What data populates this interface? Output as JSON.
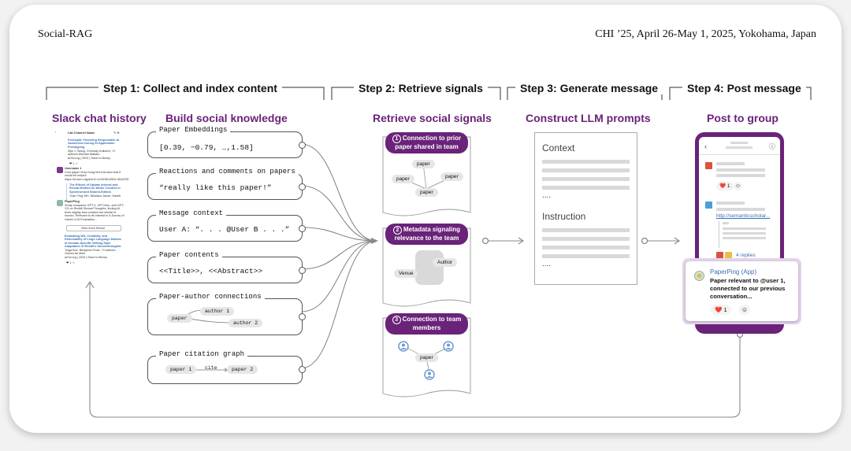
{
  "header": {
    "left": "Social-RAG",
    "right": "CHI ’25, April 26-May 1, 2025, Yokohama, Japan"
  },
  "steps": [
    "Step 1: Collect and index content",
    "Step 2: Retrieve signals",
    "Step 3: Generate message",
    "Step 4: Post message"
  ],
  "subheads": [
    "Slack chat history",
    "Build social knowledge",
    "Retrieve social signals",
    "Construct LLM prompts",
    "Post to group"
  ],
  "slack": {
    "channel": "Lab Channel Name",
    "items": [
      {
        "title": "Foresight: Fostering Responsible AI Awareness During AI Application Prototyping",
        "meta": "Zijie J. Wang, Chinmay Kulkarni, +2 authors Michael Madaio",
        "sub": "arXiv.org | 2024 | Save to library"
      },
      {
        "user": "Username 1",
        "msg": "Cool paper! How Kong feel this idea that it would be helpful https://dl.acm.org/doi/10.1145/3613904.3642235"
      },
      {
        "title": "The Effects of Update Interval and Reveal Method on Writer Comfort in Synchronized Shared-Editors",
        "meta": "Yuan Ying Yeh, Nikolaus Jacob, Daniel"
      },
      {
        "user": "PaperPing",
        "msg": "Study compares GPT-2, GPT-Neo, and GPT-3.5 on Reddit ShowerThoughts, finding AI texts slightly less creative but similar to human. Relevant to its interest in A Survey of Useful LLM Evaluation..."
      },
      {
        "button": "View more thread"
      },
      {
        "title": "Evaluating Wit, Creativity, and Detectability of Large Language Models in Domain-Specific Writing Style Adaptation of Reddit's Showerthoughts",
        "meta": "Tolga Buz, Benjamin Frost, +3 authors Gerard de Melo",
        "sub": "arXiv.org | 2024 | Save to library"
      }
    ]
  },
  "knowledge": [
    {
      "title": "Paper Embeddings",
      "value": "[0.39, −0.79, …,1.58]"
    },
    {
      "title": "Reactions and comments on papers",
      "value": "“really like this paper!”"
    },
    {
      "title": "Message context",
      "value": "User A: “. . . @User B . . .”"
    },
    {
      "title": "Paper contents",
      "value": "<<Title>>, <<Abstract>>"
    },
    {
      "title": "Paper-author connections",
      "nodes": [
        "paper",
        "author 1",
        "author 2"
      ]
    },
    {
      "title": "Paper citation graph",
      "nodes": [
        "paper 1",
        "cite",
        "paper 2"
      ]
    }
  ],
  "signals": [
    {
      "num": "1",
      "label": "Connection to prior paper shared in team",
      "nodes": [
        "paper",
        "paper",
        "paper",
        "paper"
      ]
    },
    {
      "num": "2",
      "label": "Metadata signaling relevance to the team",
      "nodes": [
        "Author",
        "Venue"
      ]
    },
    {
      "num": "3",
      "label": "Connection to team members",
      "nodes": [
        "paper"
      ]
    }
  ],
  "prompt": {
    "context": "Context",
    "instruction": "Instruction",
    "ellipsis": "...."
  },
  "phone": {
    "reaction_count": "1",
    "link": "http://semanticscholar...",
    "replies": "4 replies",
    "app_name": "PaperPing (App)",
    "message": "Paper relevant to @user 1, connected to our previous conversation...",
    "reaction2_count": "1",
    "heart": "❤️"
  },
  "colors": {
    "purple": "#6a2379",
    "light_purple": "#e4d4ec",
    "gray": "#d9d9d9"
  }
}
